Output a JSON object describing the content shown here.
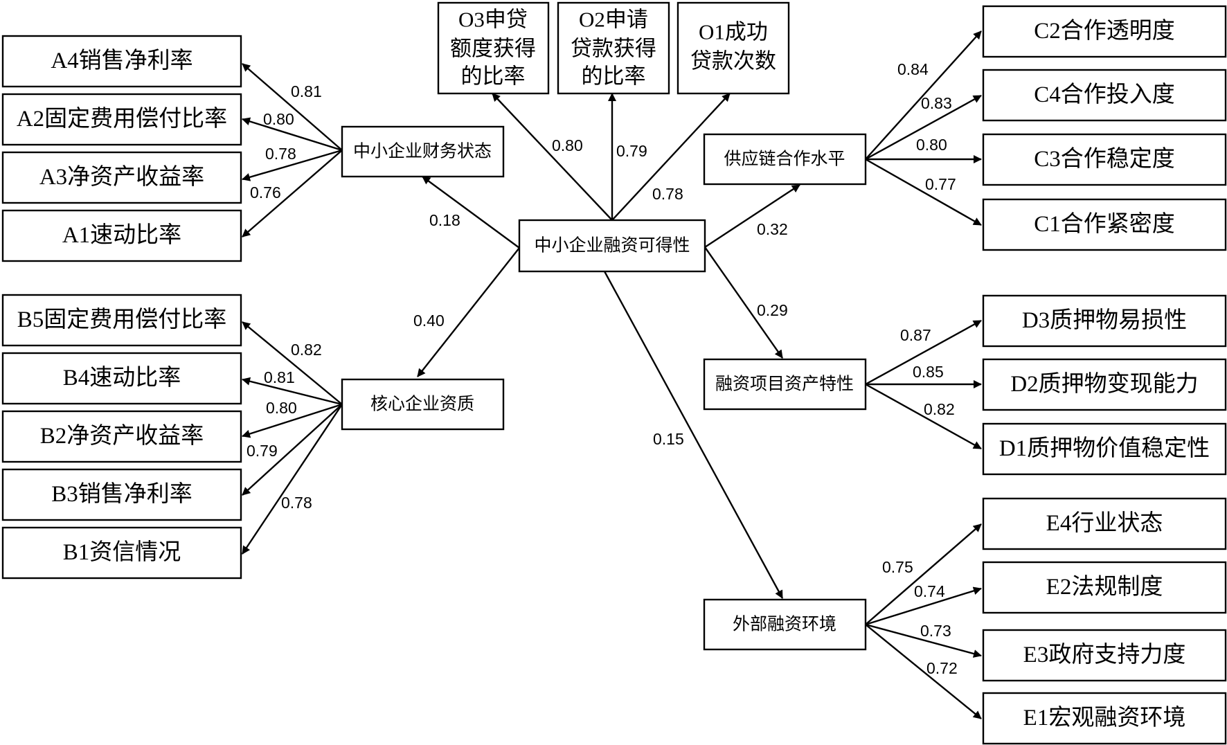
{
  "central": {
    "label": "中小企业融资可得性"
  },
  "financial_state": {
    "label": "中小企业财务状态",
    "coef": "0.18",
    "indicators": [
      {
        "label": "A4销售净利率",
        "coef": "0.81"
      },
      {
        "label": "A2固定费用偿付比率",
        "coef": "0.80"
      },
      {
        "label": "A3净资产收益率",
        "coef": "0.78"
      },
      {
        "label": "A1速动比率",
        "coef": "0.76"
      }
    ]
  },
  "core_enterprise": {
    "label": "核心企业资质",
    "coef": "0.40",
    "indicators": [
      {
        "label": "B5固定费用偿付比率",
        "coef": "0.82"
      },
      {
        "label": "B4速动比率",
        "coef": "0.81"
      },
      {
        "label": "B2净资产收益率",
        "coef": "0.80"
      },
      {
        "label": "B3销售净利率",
        "coef": "0.79"
      },
      {
        "label": "B1资信情况",
        "coef": "0.78"
      }
    ]
  },
  "outcomes": [
    {
      "lines": [
        "O3申贷",
        "额度获得",
        "的比率"
      ],
      "coef": "0.80"
    },
    {
      "lines": [
        "O2申请",
        "贷款获得",
        "的比率"
      ],
      "coef": "0.79"
    },
    {
      "lines": [
        "O1成功",
        "贷款次数"
      ],
      "coef": "0.78"
    }
  ],
  "supply_chain": {
    "label": "供应链合作水平",
    "coef": "0.32",
    "indicators": [
      {
        "label": "C2合作透明度",
        "coef": "0.84"
      },
      {
        "label": "C4合作投入度",
        "coef": "0.83"
      },
      {
        "label": "C3合作稳定度",
        "coef": "0.80"
      },
      {
        "label": "C1合作紧密度",
        "coef": "0.77"
      }
    ]
  },
  "asset_features": {
    "label": "融资项目资产特性",
    "coef": "0.29",
    "indicators": [
      {
        "label": "D3质押物易损性",
        "coef": "0.87"
      },
      {
        "label": "D2质押物变现能力",
        "coef": "0.85"
      },
      {
        "label": "D1质押物价值稳定性",
        "coef": "0.82"
      }
    ]
  },
  "external_env": {
    "label": "外部融资环境",
    "coef": "0.15",
    "indicators": [
      {
        "label": "E4行业状态",
        "coef": "0.75"
      },
      {
        "label": "E2法规制度",
        "coef": "0.74"
      },
      {
        "label": "E3政府支持力度",
        "coef": "0.73"
      },
      {
        "label": "E1宏观融资环境",
        "coef": "0.72"
      }
    ]
  }
}
